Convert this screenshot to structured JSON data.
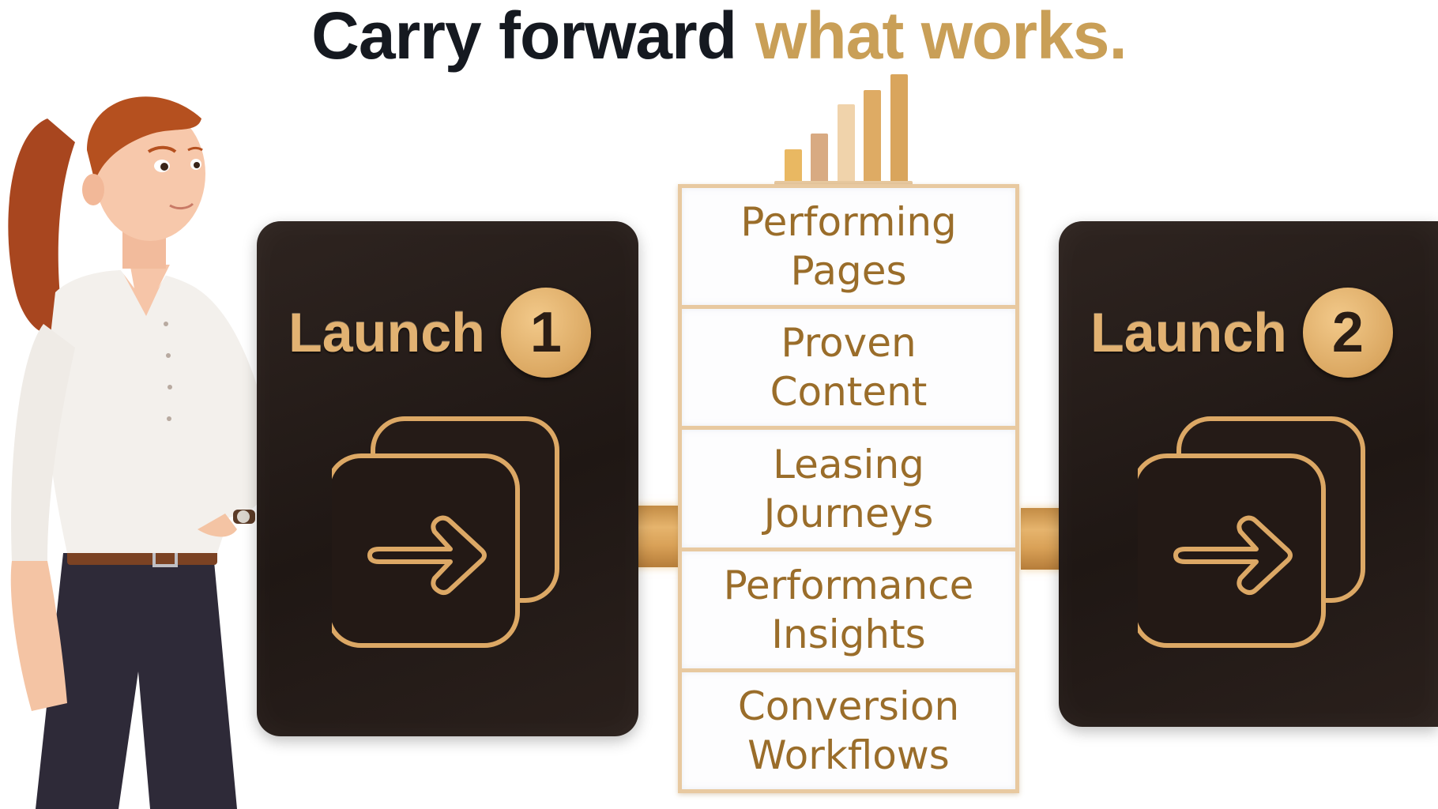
{
  "headline": {
    "dark_text": "Carry forward",
    "gold_text": "what works.",
    "colors": {
      "dark": "#151920",
      "gold": "#c99f57"
    }
  },
  "mini_chart": {
    "bars": [
      {
        "height": 40,
        "color": "#e9b862"
      },
      {
        "height": 60,
        "color": "#d8aa82"
      },
      {
        "height": 97,
        "color": "#f0d3ab"
      },
      {
        "height": 115,
        "color": "#deab64"
      },
      {
        "height": 135,
        "color": "#d9a55c"
      }
    ]
  },
  "launch_cards": [
    {
      "label": "Launch",
      "number": "1",
      "icon": "forward-arrow-stack-icon"
    },
    {
      "label": "Launch",
      "number": "2",
      "icon": "forward-arrow-stack-icon"
    }
  ],
  "carried_items": [
    {
      "line1": "Performing",
      "line2": "Pages"
    },
    {
      "line1": "Proven",
      "line2": "Content"
    },
    {
      "line1": "Leasing",
      "line2": "Journeys"
    },
    {
      "line1": "Performance",
      "line2": "Insights"
    },
    {
      "line1": "Conversion",
      "line2": "Workflows"
    }
  ],
  "colors": {
    "card_bg": "#231a16",
    "gold_accent": "#e2b272",
    "item_text": "#9a6d2a",
    "stack_border": "#e8c9a0"
  }
}
